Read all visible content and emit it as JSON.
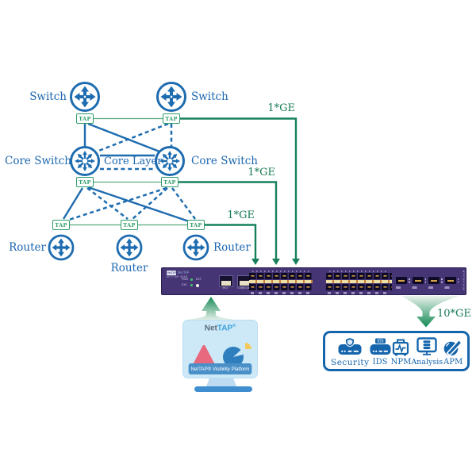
{
  "nodes": {
    "switch_left": "Switch",
    "switch_right": "Switch",
    "core_switch_left": "Core Switch",
    "core_switch_right": "Core Switch",
    "core_layer": "Core Layer",
    "router_left": "Router",
    "router_middle": "Router",
    "router_right": "Router",
    "tap": "TAP"
  },
  "links": {
    "ge_switch": "1*GE",
    "ge_core": "1*GE",
    "ge_router": "1*GE",
    "ge_uplink": "10*GE"
  },
  "device": {
    "brand": "NetTAP",
    "model": "NT-FTAP-36XE",
    "led_pwr": "PWR",
    "led_sys": "SYS",
    "led_ext": "EXT",
    "port_mgt": "MGT",
    "port_console": "CONSOLE",
    "side_text": "NT-FTAP-36XE"
  },
  "platform": {
    "brand_net": "Net",
    "brand_tap": "TAP",
    "reg": "®",
    "banner": "NetTAP® Visibility Platform"
  },
  "tools": {
    "items": [
      {
        "label": "Security"
      },
      {
        "label": "IDS",
        "badge": "IDS"
      },
      {
        "label": "NPM"
      },
      {
        "label": "Analysis"
      },
      {
        "label": "APM"
      }
    ]
  },
  "colors": {
    "blue": "#1e6cb0",
    "green": "#17805a",
    "green_light": "#57a87d",
    "purple": "#463574",
    "gold": "#d9a445"
  }
}
